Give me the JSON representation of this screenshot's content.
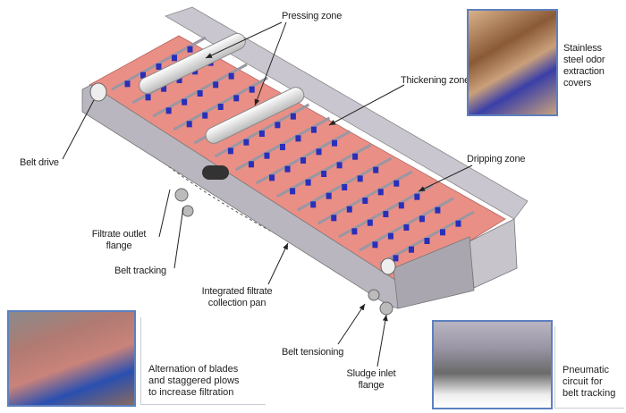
{
  "labels": {
    "pressing_zone": "Pressing zone",
    "thickening_zone": "Thickening zone",
    "dripping_zone": "Dripping zone",
    "belt_drive": "Belt drive",
    "filtrate_outlet_flange": [
      "Filtrate outlet",
      "flange"
    ],
    "belt_tracking": "Belt tracking",
    "integrated_filtrate_pan": [
      "Integrated filtrate",
      "collection pan"
    ],
    "belt_tensioning": "Belt tensioning",
    "sludge_inlet_flange": [
      "Sludge inlet",
      "flange"
    ]
  },
  "insets": {
    "odor_covers": [
      "Stainless",
      "steel odor",
      "extraction",
      "covers"
    ],
    "blades_plows": [
      "Alternation of blades",
      "and staggered plows",
      "to increase filtration"
    ],
    "pneumatic": [
      "Pneumatic",
      "circuit for",
      "belt tracking"
    ]
  },
  "colors": {
    "belt": "#e98f86",
    "frame": "#b9b6bf",
    "plow": "#2a2fb8",
    "inset_border": "#5d80c0"
  }
}
